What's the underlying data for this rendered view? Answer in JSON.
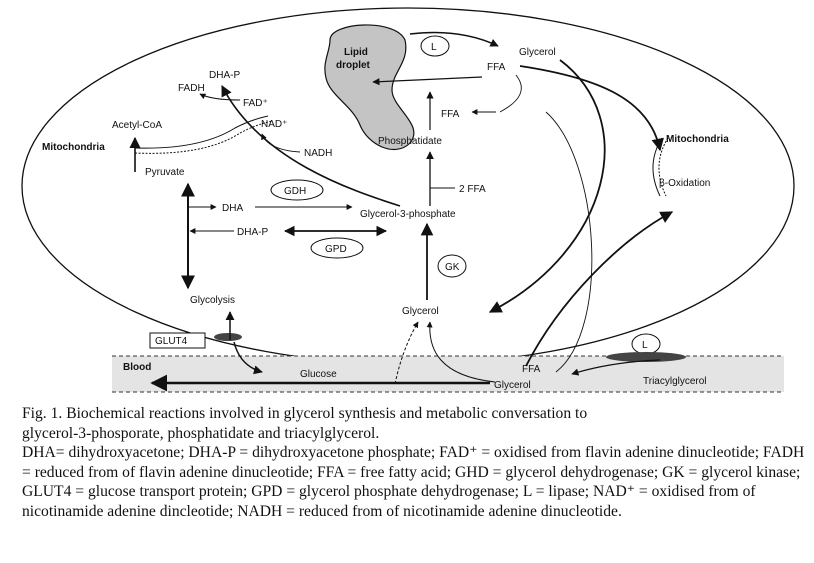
{
  "diagram": {
    "lipid_droplet": [
      "Lipid",
      "droplet"
    ],
    "lipase": "L",
    "glycerol_top": "Glycerol",
    "ffa_top": "FFA",
    "ffa_mid": "FFA",
    "dha_p_top": "DHA-P",
    "fadh": "FADH",
    "fad_plus": "FAD⁺",
    "nad_plus": "NAD⁺",
    "nadh": "NADH",
    "acetyl_coa": "Acetyl-CoA",
    "mito_left": "Mitochondria",
    "mito_right": "Mitochondria",
    "beta_oxidation": "β-Oxidation",
    "pyruvate": "Pyruvate",
    "phosphatidate": "Phosphatidate",
    "two_ffa": "2 FFA",
    "gdh": "GDH",
    "dha": "DHA",
    "g3p": "Glycerol-3-phosphate",
    "dha_p_mid": "DHA-P",
    "gpd": "GPD",
    "gk": "GK",
    "glycolysis": "Glycolysis",
    "glycerol_cell": "Glycerol",
    "glut4": "GLUT4",
    "blood": "Blood",
    "glucose": "Glucose",
    "ffa_blood": "FFA",
    "glycerol_blood": "Glycerol",
    "lipase_blood": "L",
    "triacylglycerol": "Triacylglycerol"
  },
  "caption": {
    "line1": "Fig. 1. Biochemical reactions involved in glycerol synthesis and metabolic conversation to",
    "line2": "glycerol-3-phosporate, phosphatidate and triacylglycerol.",
    "abbreviations": "DHA= dihydroxyacetone; DHA-P = dihydroxyacetone phosphate; FAD⁺ = oxidised from flavin adenine dinucleotide; FADH = reduced from of flavin adenine dinucleotide; FFA = free fatty acid; GHD = glycerol dehydrogenase; GK = glycerol kinase; GLUT4 = glucose transport protein; GPD = glycerol phosphate dehydrogenase; L = lipase; NAD⁺ = oxidised from of nicotinamide adenine dincleotide; NADH = reduced from of nicotinamide adenine dinucleotide."
  },
  "colors": {
    "droplet_fill": "#c4c4c4",
    "blood_band": "#e4e4e4",
    "ink": "#111111"
  }
}
